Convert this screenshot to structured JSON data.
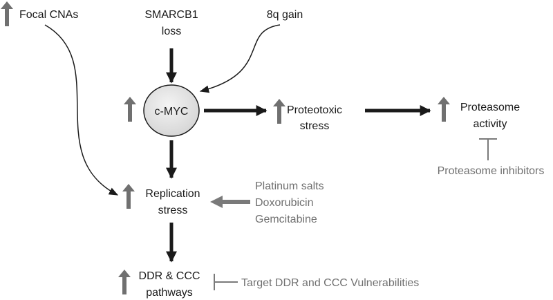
{
  "nodes": {
    "focal_cnas": "Focal CNAs",
    "smarcb1_line1": "SMARCB1",
    "smarcb1_line2": "loss",
    "gain_8q": "8q gain",
    "cmyc": "c-MYC",
    "proteotoxic_line1": "Proteotoxic",
    "proteotoxic_line2": "stress",
    "proteasome_line1": "Proteasome",
    "proteasome_line2": "activity",
    "replication_line1": "Replication",
    "replication_line2": "stress",
    "ddr_line1": "DDR & CCC",
    "ddr_line2": "pathways"
  },
  "interventions": {
    "proteasome_inhibitors": "Proteasome inhibitors",
    "drugs": [
      "Platinum salts",
      "Doxorubicin",
      "Gemcitabine"
    ],
    "target_ddr": "Target DDR and CCC Vulnerabilities"
  },
  "colors": {
    "dark": "#1a1a1a",
    "gray": "#707070",
    "node_fill": "#e3e3e3"
  }
}
